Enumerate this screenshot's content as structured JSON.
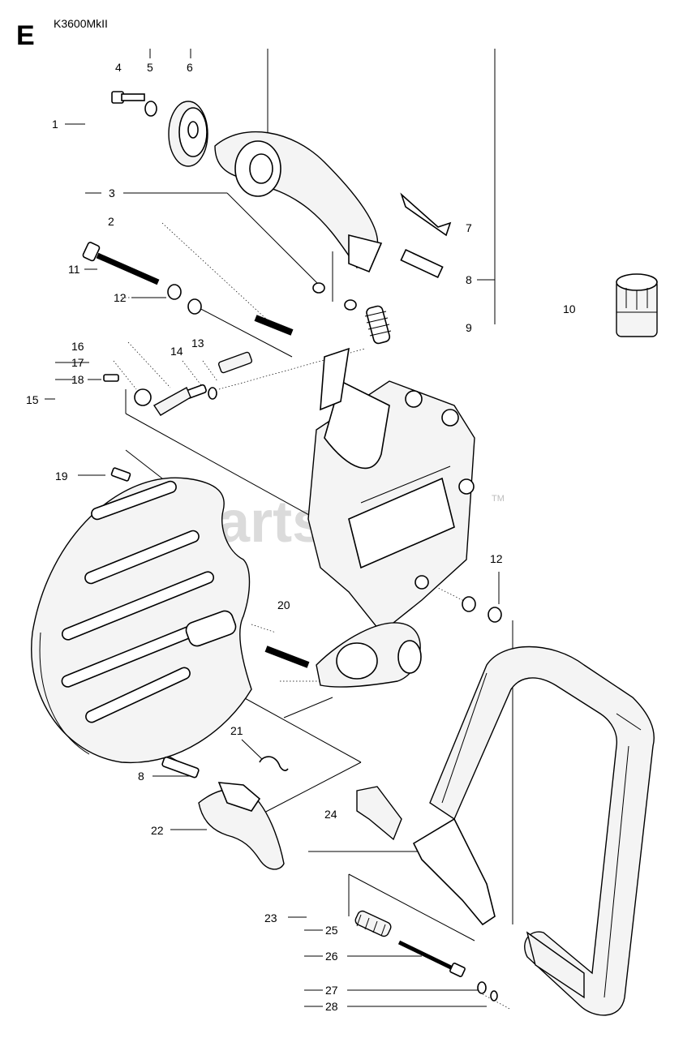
{
  "header": {
    "section_letter": "E",
    "model": "K3600MkII"
  },
  "watermark": {
    "text": "PartsTree",
    "trademark": "TM"
  },
  "callouts": [
    "1",
    "2",
    "3",
    "4",
    "5",
    "6",
    "7",
    "8",
    "9",
    "10",
    "11",
    "12",
    "13",
    "14",
    "15",
    "16",
    "17",
    "18",
    "19",
    "20",
    "21",
    "22",
    "23",
    "24",
    "25",
    "26",
    "27",
    "28"
  ],
  "callout_labels": {
    "c1": "1",
    "c2": "2",
    "c3": "3",
    "c4": "4",
    "c5": "5",
    "c6": "6",
    "c7": "7",
    "c8a": "8",
    "c8b": "8",
    "c9": "9",
    "c10": "10",
    "c11": "11",
    "c12a": "12",
    "c12b": "12",
    "c13": "13",
    "c14": "14",
    "c15": "15",
    "c16": "16",
    "c17": "17",
    "c18": "18",
    "c19": "19",
    "c20": "20",
    "c21": "21",
    "c22": "22",
    "c23": "23",
    "c24": "24",
    "c25": "25",
    "c26": "26",
    "c27": "27",
    "c28": "28"
  }
}
